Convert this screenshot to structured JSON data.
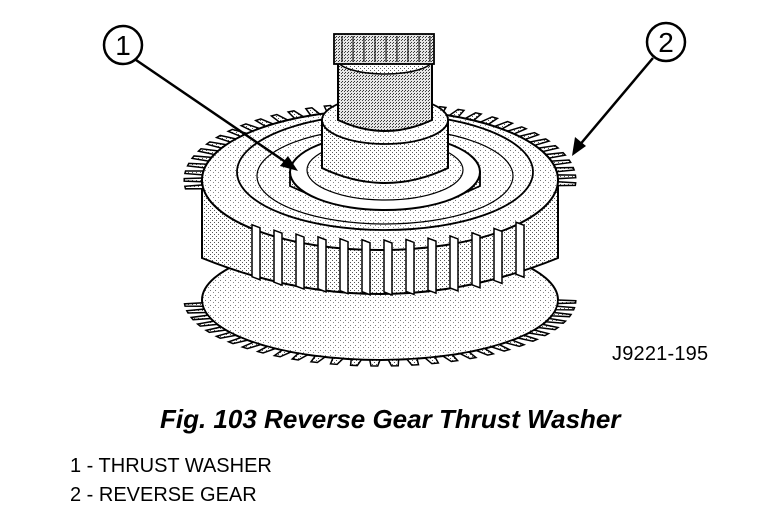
{
  "callouts": [
    {
      "number": "1"
    },
    {
      "number": "2"
    }
  ],
  "figure_code": "J9221-195",
  "caption": "Fig. 103 Reverse Gear Thrust Washer",
  "legend": [
    {
      "text": "1 - THRUST WASHER"
    },
    {
      "text": "2 - REVERSE GEAR"
    }
  ]
}
